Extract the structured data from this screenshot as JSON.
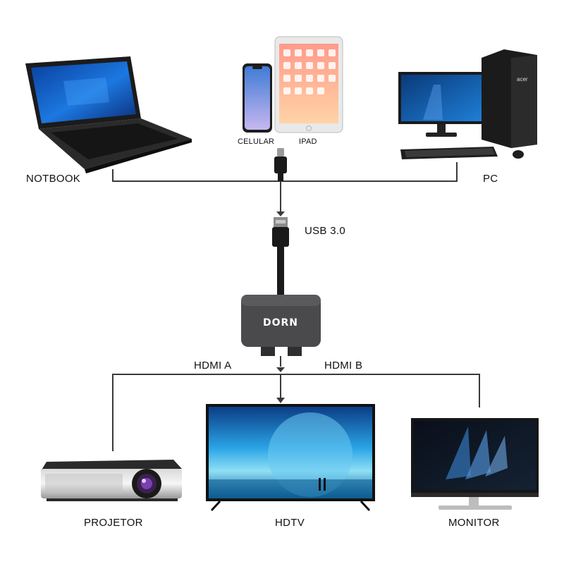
{
  "labels": {
    "notebook": "NOTBOOK",
    "pc": "PC",
    "celular": "CELULAR",
    "ipad": "IPAD",
    "usb": "USB 3.0",
    "hdmi_a": "HDMI A",
    "hdmi_b": "HDMI B",
    "projetor": "PROJETOR",
    "hdtv": "HDTV",
    "monitor": "MONITOR"
  },
  "adapter": {
    "brand": "DORN"
  },
  "pc_case": {
    "brand": "acer"
  },
  "colors": {
    "line": "#3a3a3a",
    "adapter_body": "#4a4a4c",
    "screen_blue": "#1c64c8",
    "tv_sky": "#1d8fd0",
    "lens": "#7a3fb0"
  }
}
